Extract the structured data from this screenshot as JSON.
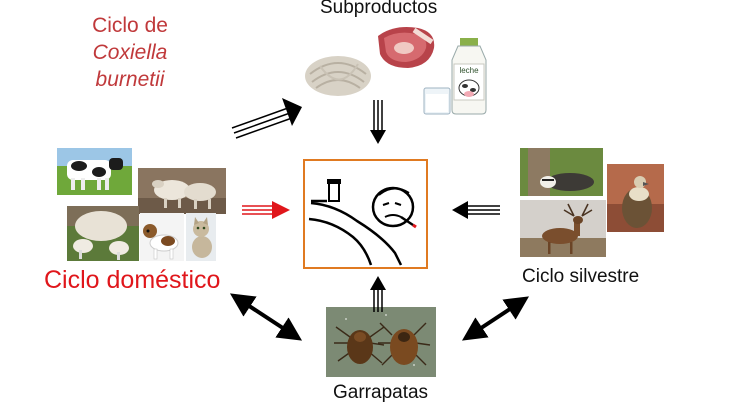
{
  "title": {
    "line1": "Ciclo de",
    "line2": "Coxiella",
    "line3": "burnetii"
  },
  "labels": {
    "subproductos": "Subproductos",
    "domestico": "Ciclo doméstico",
    "silvestre": "Ciclo silvestre",
    "garrapatas": "Garrapatas"
  },
  "milk_label": "leche",
  "colors": {
    "title": "#c0393b",
    "domestic": "#e0161b",
    "box_border": "#e07a21",
    "arrow": "#000000",
    "arrow_domestic": "#e0161b"
  },
  "icons": {
    "wool": "wool-icon",
    "meat": "meat-icon",
    "milk": "milk-bottle-icon",
    "patient": "sick-patient-icon"
  }
}
